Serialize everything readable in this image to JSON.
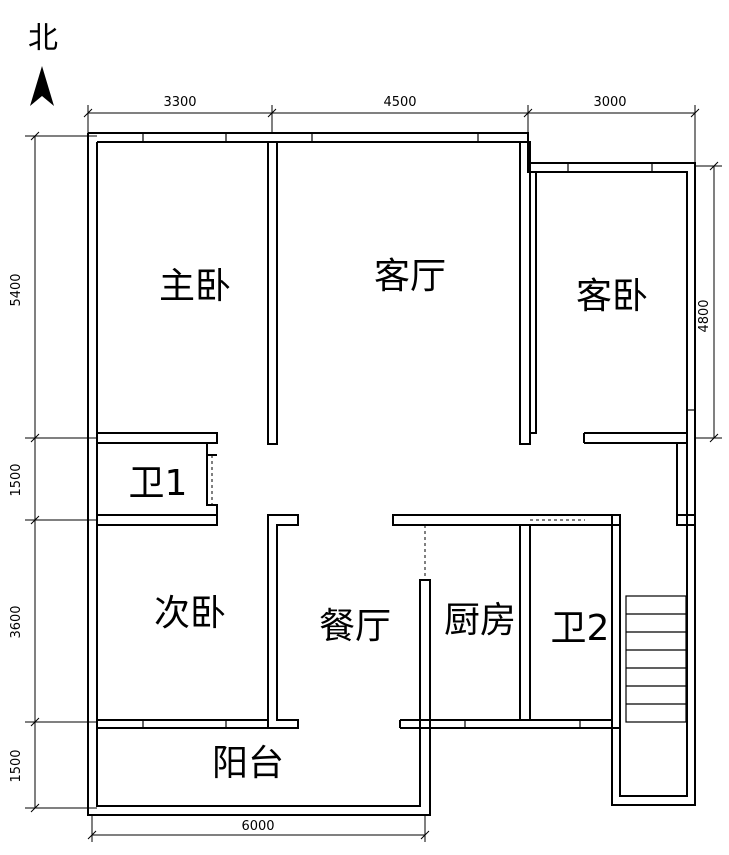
{
  "north_label": "北",
  "rooms": {
    "master_bedroom": "主卧",
    "living_room": "客厅",
    "guest_bedroom": "客卧",
    "bathroom_1": "卫1",
    "second_bedroom": "次卧",
    "dining_room": "餐厅",
    "kitchen": "厨房",
    "bathroom_2": "卫2",
    "balcony": "阳台"
  },
  "dimensions": {
    "top": [
      "3300",
      "4500",
      "3000"
    ],
    "left": [
      "5400",
      "1500",
      "3600",
      "1500"
    ],
    "right": "4800",
    "bottom": "6000"
  }
}
